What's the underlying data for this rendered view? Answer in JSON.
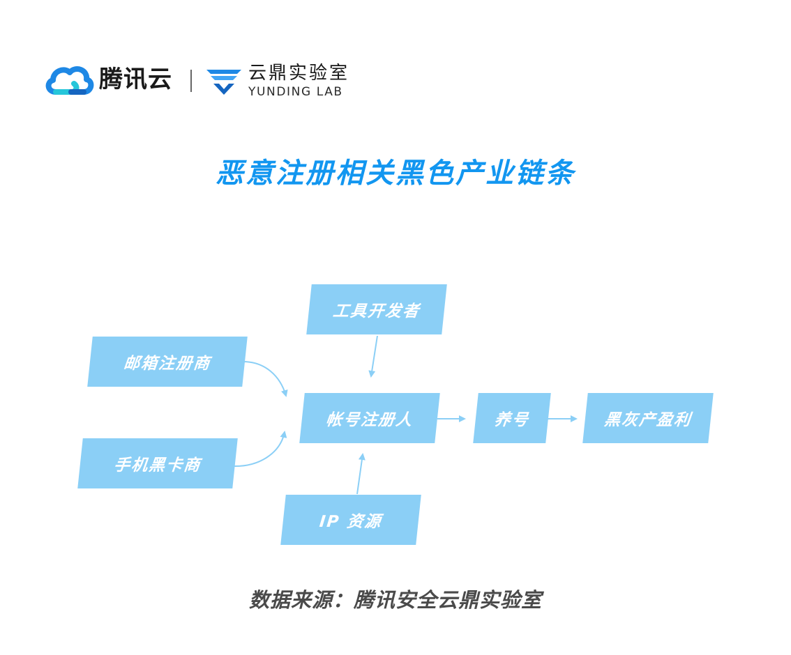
{
  "header": {
    "brand_name": "腾讯云",
    "lab_name_cn": "云鼎实验室",
    "lab_name_en": "YUNDING LAB"
  },
  "title": "恶意注册相关黑色产业链条",
  "nodes": {
    "tool_dev": "工具开发者",
    "email_reg": "邮箱注册商",
    "phone_card": "手机黑卡商",
    "account_reg": "帐号注册人",
    "ip_resource": "IP 资源",
    "account_raising": "养号",
    "profit": "黑灰产盈利"
  },
  "edges": [
    {
      "from": "tool_dev",
      "to": "account_reg"
    },
    {
      "from": "email_reg",
      "to": "account_reg"
    },
    {
      "from": "phone_card",
      "to": "account_reg"
    },
    {
      "from": "ip_resource",
      "to": "account_reg"
    },
    {
      "from": "account_reg",
      "to": "account_raising"
    },
    {
      "from": "account_raising",
      "to": "profit"
    }
  ],
  "colors": {
    "node_fill": "#8bcff6",
    "arrow": "#8bcff6",
    "title": "#1296f0",
    "brand_cloud_blue": "#1e88e5",
    "brand_cloud_cyan": "#26c6da"
  },
  "footer": {
    "source": "数据来源：腾讯安全云鼎实验室"
  }
}
